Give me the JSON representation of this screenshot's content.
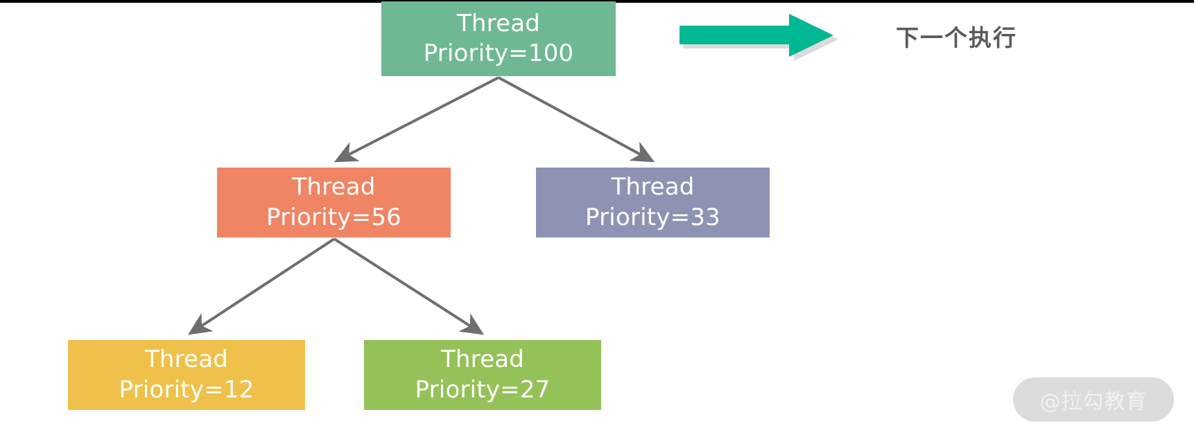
{
  "diagram": {
    "title": "Thread priority scheduling tree",
    "colors": {
      "root": "#6FB894",
      "priority_56": "#EF8564",
      "priority_33": "#8E93B4",
      "priority_12": "#EFC14A",
      "priority_27": "#95C159",
      "connector": "#6E6E6E",
      "callout_arrow": "#00B894",
      "callout_text": "#5A5A5A",
      "watermark_pill": "#DCDCDC",
      "watermark_text": "#F2F2F2"
    },
    "nodes": [
      {
        "id": "root",
        "line1": "Thread",
        "line2": "Priority=100",
        "priority": 100
      },
      {
        "id": "priority_56",
        "line1": "Thread",
        "line2": "Priority=56",
        "priority": 56
      },
      {
        "id": "priority_33",
        "line1": "Thread",
        "line2": "Priority=33",
        "priority": 33
      },
      {
        "id": "priority_12",
        "line1": "Thread",
        "line2": "Priority=12",
        "priority": 12
      },
      {
        "id": "priority_27",
        "line1": "Thread",
        "line2": "Priority=27",
        "priority": 27
      }
    ],
    "edges": [
      {
        "from": "root",
        "to": "priority_56"
      },
      {
        "from": "root",
        "to": "priority_33"
      },
      {
        "from": "priority_56",
        "to": "priority_12"
      },
      {
        "from": "priority_56",
        "to": "priority_27"
      }
    ]
  },
  "callout": {
    "arrow_icon": "right-arrow-icon",
    "label": "下一个执行"
  },
  "watermark": {
    "text": "@拉勾教育"
  }
}
